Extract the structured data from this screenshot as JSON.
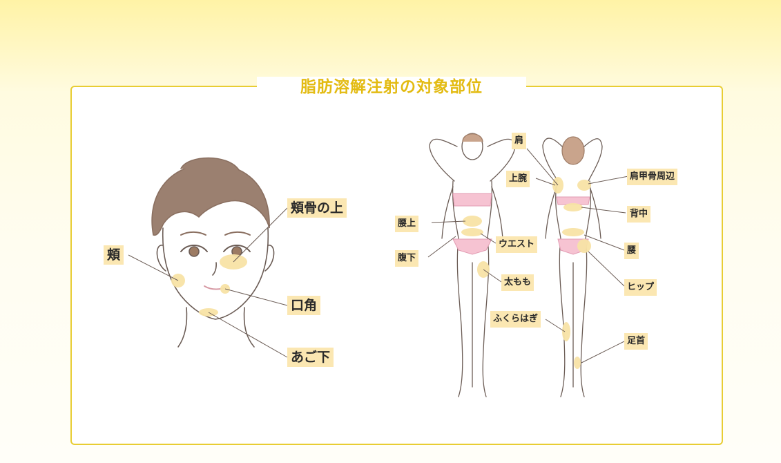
{
  "title": "脂肪溶解注射の対象部位",
  "face_labels": {
    "cheek_upper": "頬骨の上",
    "cheek": "頬",
    "mouth_corner": "口角",
    "under_chin": "あご下"
  },
  "body_labels": {
    "shoulder": "肩",
    "upper_arm": "上腕",
    "scapula": "肩甲骨周辺",
    "back": "背中",
    "upper_waist": "腰上",
    "lower_abdomen": "腹下",
    "waist": "ウエスト",
    "lower_back": "腰",
    "thigh": "太もも",
    "hip": "ヒップ",
    "calf": "ふくらはぎ",
    "ankle": "足首"
  },
  "colors": {
    "accent": "#e3bb12",
    "border": "#e8cd33",
    "label_bg": "#fbe7b2",
    "zone": "#f8e3a6",
    "hair": "#9b8070",
    "skin_line": "#6b5c55",
    "underwear": "#f6c3d2"
  }
}
